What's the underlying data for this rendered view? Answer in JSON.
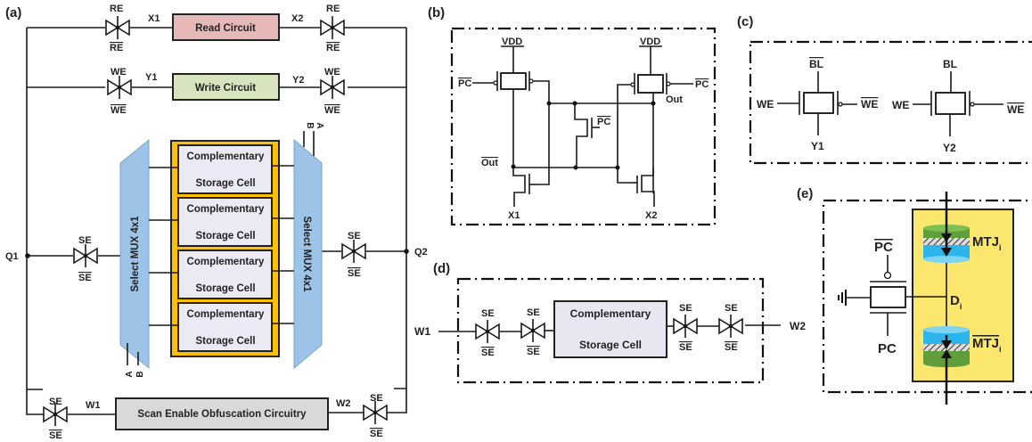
{
  "panels": {
    "a": {
      "label": "(a)",
      "read_circuit": "Read Circuit",
      "write_circuit": "Write Circuit",
      "scan_block": "Scan Enable Obfuscation Circuitry",
      "mux_left": "Select MUX 4x1",
      "mux_right": "Select MUX 4x1",
      "cells": [
        {
          "line1": "Complementary",
          "line2": "Storage Cell"
        },
        {
          "line1": "Complementary",
          "line2": "Storage Cell"
        },
        {
          "line1": "Complementary",
          "line2": "Storage Cell"
        },
        {
          "line1": "Complementary",
          "line2": "Storage Cell"
        }
      ],
      "nodes": {
        "x1": "X1",
        "x2": "X2",
        "y1": "Y1",
        "y2": "Y2",
        "w1": "W1",
        "w2": "W2",
        "q1": "Q1",
        "q2": "Q2"
      },
      "signals": {
        "re": "RE",
        "re_bar": "RE",
        "we": "WE",
        "we_bar": "WE",
        "se": "SE",
        "se_bar": "SE",
        "a": "A",
        "b": "B"
      }
    },
    "b": {
      "label": "(b)",
      "vdd": "VDD",
      "pc_bar": "PC",
      "out": "Out",
      "out_bar": "Out",
      "x1": "X1",
      "x2": "X2"
    },
    "c": {
      "label": "(c)",
      "bl_bar": "BL",
      "bl": "BL",
      "we": "WE",
      "we_bar": "WE",
      "y1": "Y1",
      "y2": "Y2"
    },
    "d": {
      "label": "(d)",
      "w1": "W1",
      "w2": "W2",
      "se": "SE",
      "se_bar": "SE",
      "cell_line1": "Complementary",
      "cell_line2": "Storage Cell"
    },
    "e": {
      "label": "(e)",
      "pc_bar": "PC",
      "pc": "PC",
      "mtj": "MTJ",
      "mtj_sub": "i",
      "mtj_bar": "MTJ",
      "node": "D",
      "node_sub": "i"
    }
  },
  "colors": {
    "read_circuit": "#e6b9b8",
    "write_circuit": "#d7e4bd",
    "scan_block": "#d9d9d9",
    "mux": "#9dc3e6",
    "cell_array_border": "#ffc000",
    "cell_fill": "#ebe9f3",
    "storage_cell_d": "#e8e6f0",
    "mtj_panel": "#fbe66e",
    "mtj_green": "#5f9e3a",
    "mtj_blue": "#2cb5ea"
  }
}
